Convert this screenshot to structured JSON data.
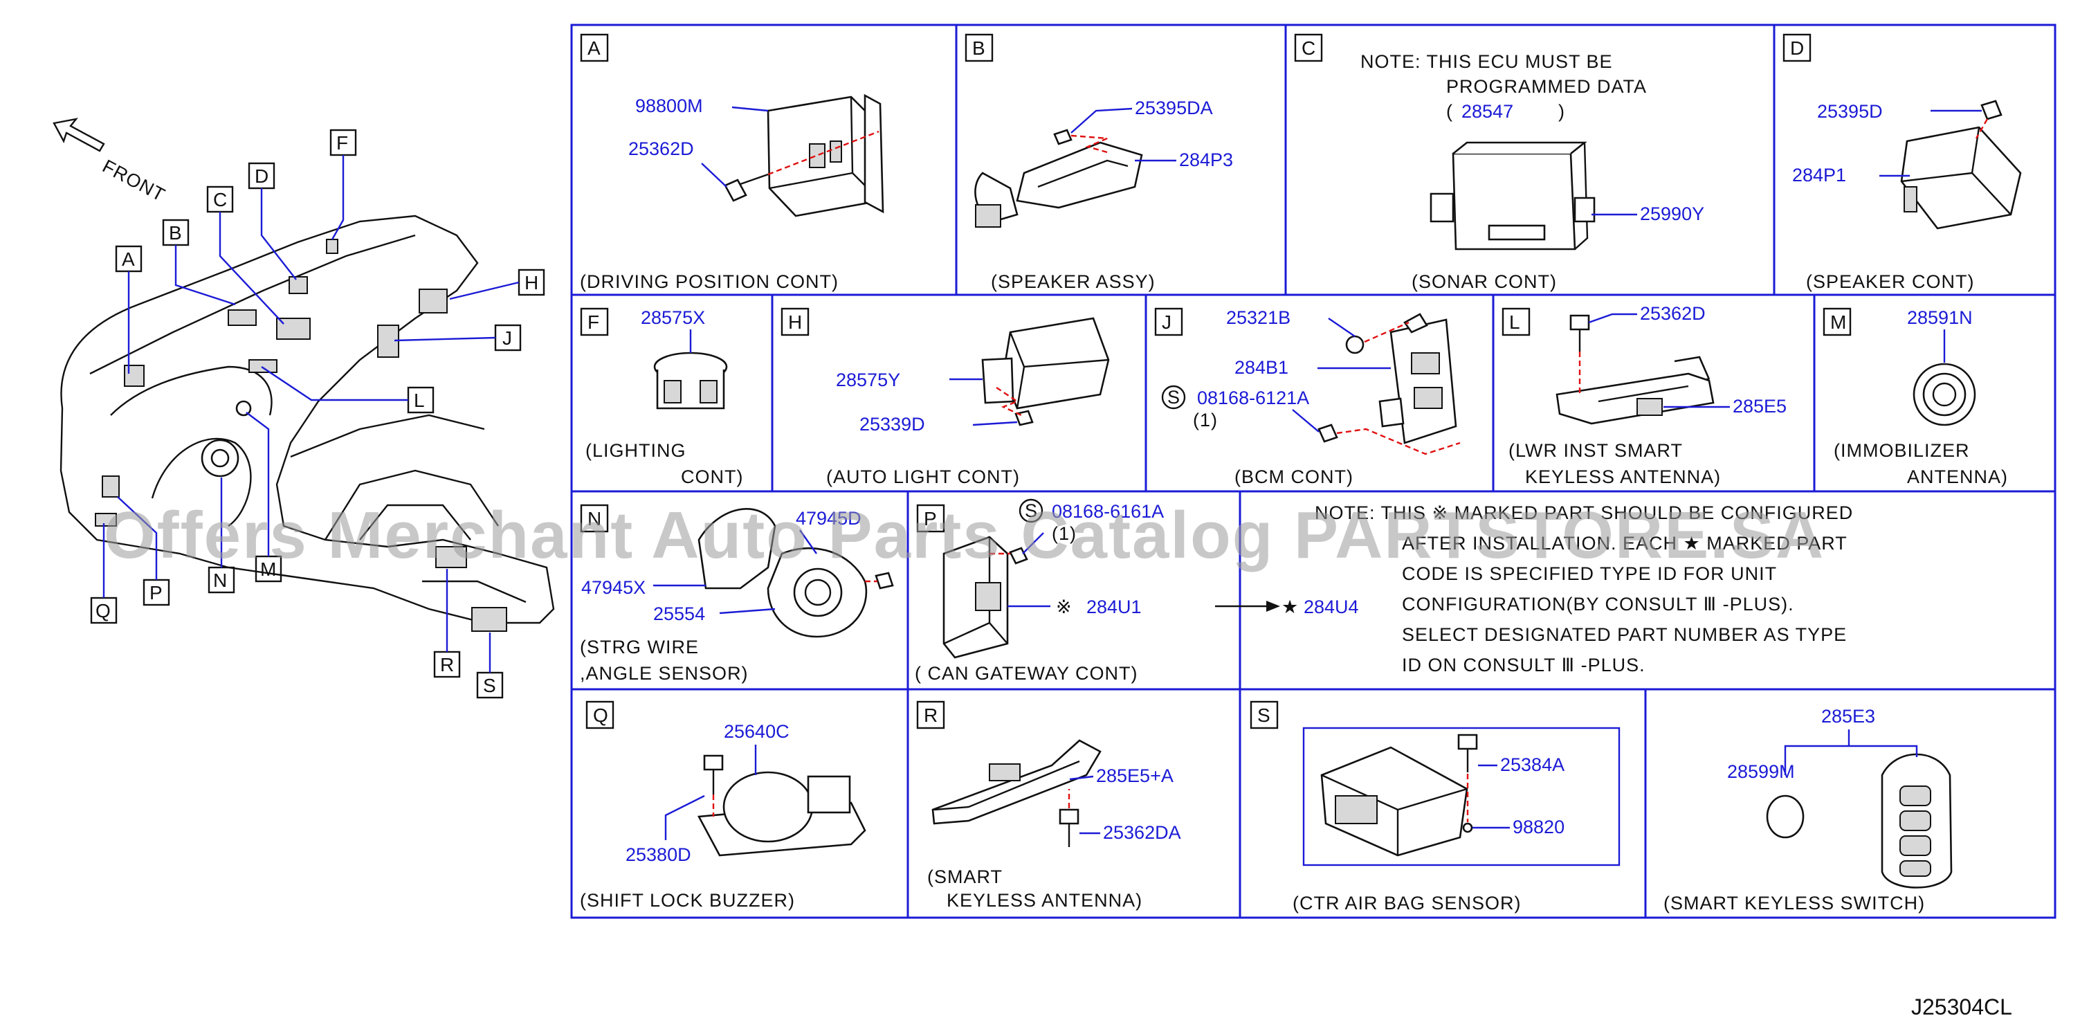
{
  "overview": {
    "front_label": "FRONT",
    "callouts": [
      "A",
      "B",
      "C",
      "D",
      "F",
      "H",
      "J",
      "L",
      "P",
      "Q",
      "N",
      "M",
      "R",
      "S"
    ]
  },
  "panels": {
    "A": {
      "letter": "A",
      "caption": "(DRIVING   POSITION   CONT)",
      "parts": [
        "98800M",
        "25362D"
      ]
    },
    "B": {
      "letter": "B",
      "caption": "(SPEAKER   ASSY)",
      "parts": [
        "25395DA",
        "284P3"
      ]
    },
    "C": {
      "letter": "C",
      "note1": "NOTE:  THIS  ECU  MUST  BE",
      "note2": "PROGRAMMED  DATA",
      "note3_open": "(",
      "note3_pn": "28547",
      "note3_close": ")",
      "caption": "(SONAR   CONT)",
      "parts": [
        "25990Y"
      ]
    },
    "D": {
      "letter": "D",
      "caption": "(SPEAKER   CONT)",
      "parts": [
        "25395D",
        "284P1"
      ]
    },
    "F": {
      "letter": "F",
      "caption1": "(LIGHTING",
      "caption2": "CONT)",
      "parts": [
        "28575X"
      ]
    },
    "H": {
      "letter": "H",
      "caption": "(AUTO   LIGHT   CONT)",
      "parts": [
        "28575Y",
        "25339D"
      ]
    },
    "J": {
      "letter": "J",
      "caption": "(BCM   CONT)",
      "parts": [
        "25321B",
        "284B1",
        "08168-6121A"
      ],
      "s_symbol": "S",
      "qty": "(1)"
    },
    "L": {
      "letter": "L",
      "caption1": "(LWR   INST   SMART",
      "caption2": "KEYLESS   ANTENNA)",
      "parts": [
        "25362D",
        "285E5"
      ]
    },
    "M": {
      "letter": "M",
      "caption1": "(IMMOBILIZER",
      "caption2": "ANTENNA)",
      "parts": [
        "28591N"
      ]
    },
    "N": {
      "letter": "N",
      "caption1": "(STRG   WIRE",
      "caption2": ",ANGLE   SENSOR)",
      "parts": [
        "47945X",
        "25554",
        "47945D"
      ]
    },
    "P": {
      "letter": "P",
      "caption": "(   CAN   GATEWAY   CONT)",
      "parts": [
        "08168-6161A",
        "284U1"
      ],
      "qty": "(1)",
      "s_symbol": "S",
      "kome": "※"
    },
    "NOTE": {
      "arrow_part": "284U4",
      "star": "★",
      "line1": "NOTE:   THIS  ※ MARKED  PART  SHOULD  BE  CONFIGURED",
      "line2": "AFTER  INSTALLATION.  EACH                ★ MARKED  PART",
      "line3": "CODE  IS  SPECIFIED          TYPE  ID  FOR  UNIT",
      "line4": "CONFIGURATION(BY  CONSULT    Ⅲ -PLUS).",
      "line5": "SELECT  DESIGNATED  PART  NUMBER  AS  TYPE",
      "line6": "ID  ON  CONSULT    Ⅲ -PLUS."
    },
    "Q": {
      "letter": "Q",
      "caption": "(SHIFT   LOCK   BUZZER)",
      "parts": [
        "25640C",
        "25380D"
      ]
    },
    "R": {
      "letter": "R",
      "caption1": "(SMART",
      "caption2": "KEYLESS   ANTENNA)",
      "parts": [
        "285E5+A",
        "25362DA"
      ]
    },
    "S": {
      "letter": "S",
      "caption": "(CTR   AIR   BAG   SENSOR)",
      "parts": [
        "25384A",
        "98820"
      ]
    },
    "K": {
      "caption": "(SMART   KEYLESS   SWITCH)",
      "parts": [
        "285E3",
        "28599M"
      ]
    }
  },
  "watermark": "Offers Merchant Auto Parts Catalog PARTSTORE.SA",
  "diagram_code": "J25304CL",
  "colors": {
    "part_number": "#1b1bd6",
    "leader_red": "#e01010",
    "grid": "#1b1bd6"
  }
}
